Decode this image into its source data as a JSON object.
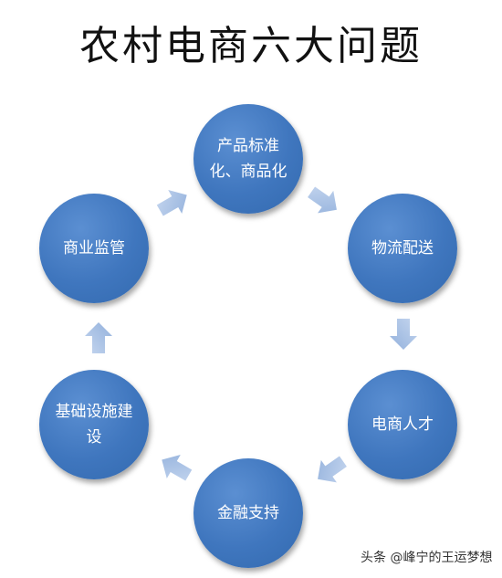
{
  "title": "农村电商六大问题",
  "nodes": [
    {
      "id": "product",
      "label": "产品标准化、商品化"
    },
    {
      "id": "logistics",
      "label": "物流配送"
    },
    {
      "id": "talent",
      "label": "电商人才"
    },
    {
      "id": "finance",
      "label": "金融支持"
    },
    {
      "id": "infrastructure",
      "label": "基础设施建设"
    },
    {
      "id": "supervision",
      "label": "商业监管"
    }
  ],
  "watermark": "头条 @峰宁的王运梦想",
  "colors": {
    "node": "#3f76be",
    "arrow": "#a9c2e6",
    "title": "#111111"
  }
}
